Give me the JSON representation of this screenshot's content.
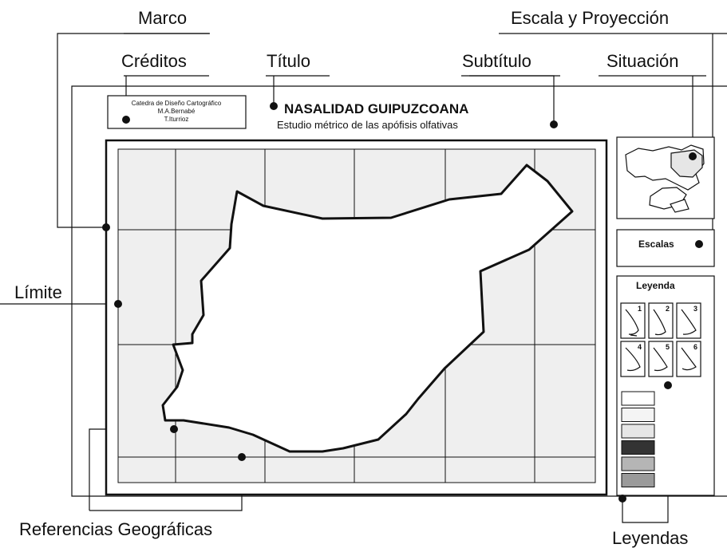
{
  "annotations": {
    "marco": "Marco",
    "escala_proyeccion": "Escala y Proyección",
    "creditos": "Créditos",
    "titulo": "Título",
    "subtitulo": "Subtítulo",
    "situacion": "Situación",
    "limite": "Límite",
    "referencias": "Referencias Geográficas",
    "leyendas": "Leyendas"
  },
  "map": {
    "credits": [
      "Catedra de Diseño Cartográfico",
      "M.A.Bernabé",
      "T.Iturrioz"
    ],
    "title": "NASALIDAD GUIPUZCOANA",
    "subtitle": "Estudio métrico de las apófisis olfativas",
    "escalas_label": "Escalas",
    "leyenda_label": "Leyenda",
    "legend_numbers": [
      "1",
      "2",
      "3",
      "4",
      "5",
      "6"
    ],
    "colors": {
      "line": "#111111",
      "grid_fill": "#efefef",
      "swatches": [
        "#ffffff",
        "#f4f4f4",
        "#e6e6e6",
        "#333333",
        "#b5b5b5",
        "#9a9a9a"
      ]
    }
  }
}
